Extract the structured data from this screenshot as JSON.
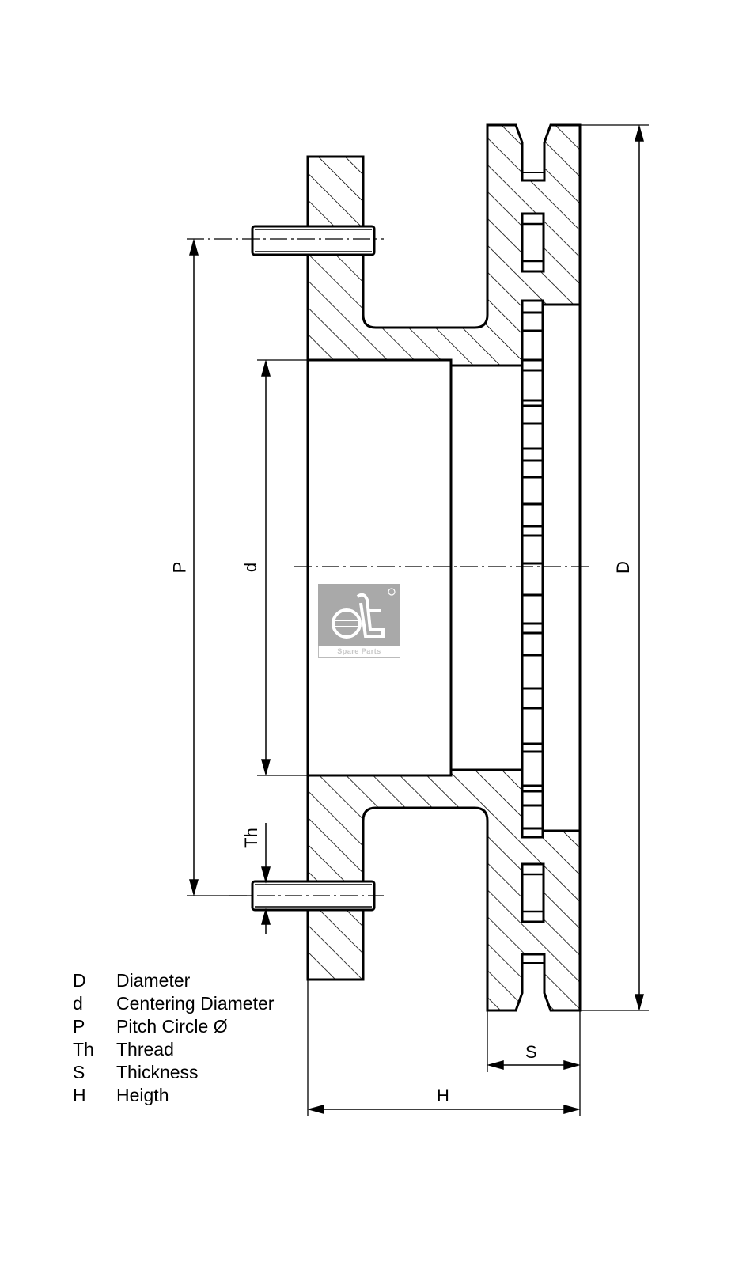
{
  "drawing": {
    "title": "Brake disc technical drawing",
    "dimension_labels": {
      "D": "D",
      "d": "d",
      "P": "P",
      "Th": "Th",
      "S": "S",
      "H": "H"
    }
  },
  "legend": {
    "items": [
      {
        "key": "D",
        "label": "Diameter"
      },
      {
        "key": "d",
        "label": "Centering Diameter"
      },
      {
        "key": "P",
        "label": "Pitch Circle Ø"
      },
      {
        "key": "Th",
        "label": "Thread"
      },
      {
        "key": "S",
        "label": "Thickness"
      },
      {
        "key": "H",
        "label": "Heigth"
      }
    ]
  },
  "logo": {
    "mark": "dt",
    "registered": "®",
    "caption": "Spare Parts",
    "color": "#a9a9a9"
  }
}
